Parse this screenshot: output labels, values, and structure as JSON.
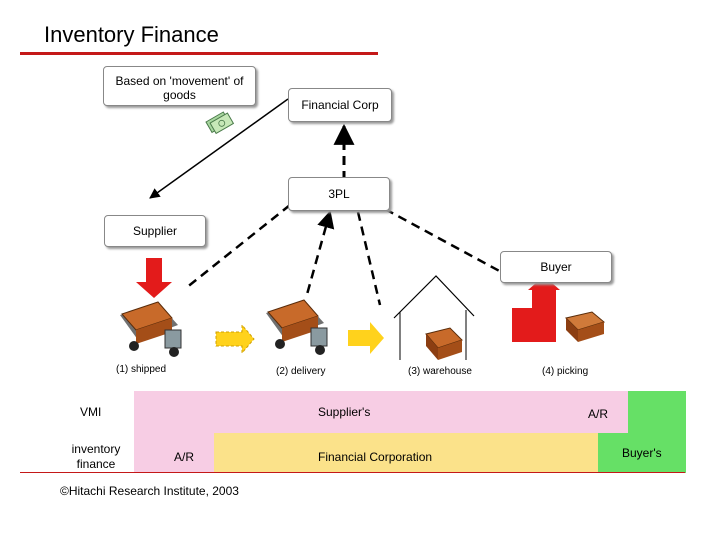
{
  "title": "Inventory Finance",
  "callout": "Based on 'movement' of goods",
  "nodes": {
    "financial_corp": "Financial Corp",
    "third_party_logistics": "3PL",
    "supplier": "Supplier",
    "buyer": "Buyer"
  },
  "stages": [
    "(1) shipped",
    "(2) delivery",
    "(3) warehouse",
    "(4) picking"
  ],
  "rows": {
    "vmi_label": "VMI",
    "inventory_finance_label": "inventory finance",
    "suppliers": "Supplier's",
    "ar_vmi": "A/R",
    "ar_finance": "A/R",
    "financial_corporation": "Financial Corporation",
    "buyers": "Buyer's"
  },
  "copyright": "©Hitachi Research Institute, 2003",
  "colors": {
    "title_rule": "#c41818",
    "vmi_band": "#f7cde4",
    "finance_band": "#fbe28a",
    "buyer_band": "#66e066",
    "arrow_red": "#e31b1b",
    "arrow_yellow": "#ffd21c",
    "box_brown": "#c86a2a"
  }
}
